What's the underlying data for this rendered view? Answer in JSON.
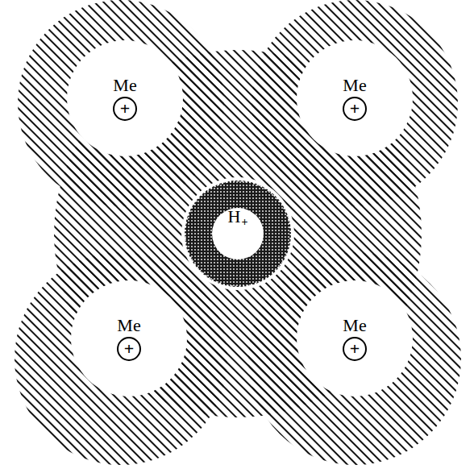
{
  "diagram": {
    "nodes": [
      {
        "text": [
          "Me",
          "+"
        ]
      },
      {
        "text": [
          "Me",
          "+"
        ]
      },
      {
        "text": [
          "H",
          "+"
        ]
      },
      {
        "text": [
          "Me",
          "+"
        ]
      },
      {
        "text": [
          "Me",
          "+"
        ]
      }
    ]
  }
}
